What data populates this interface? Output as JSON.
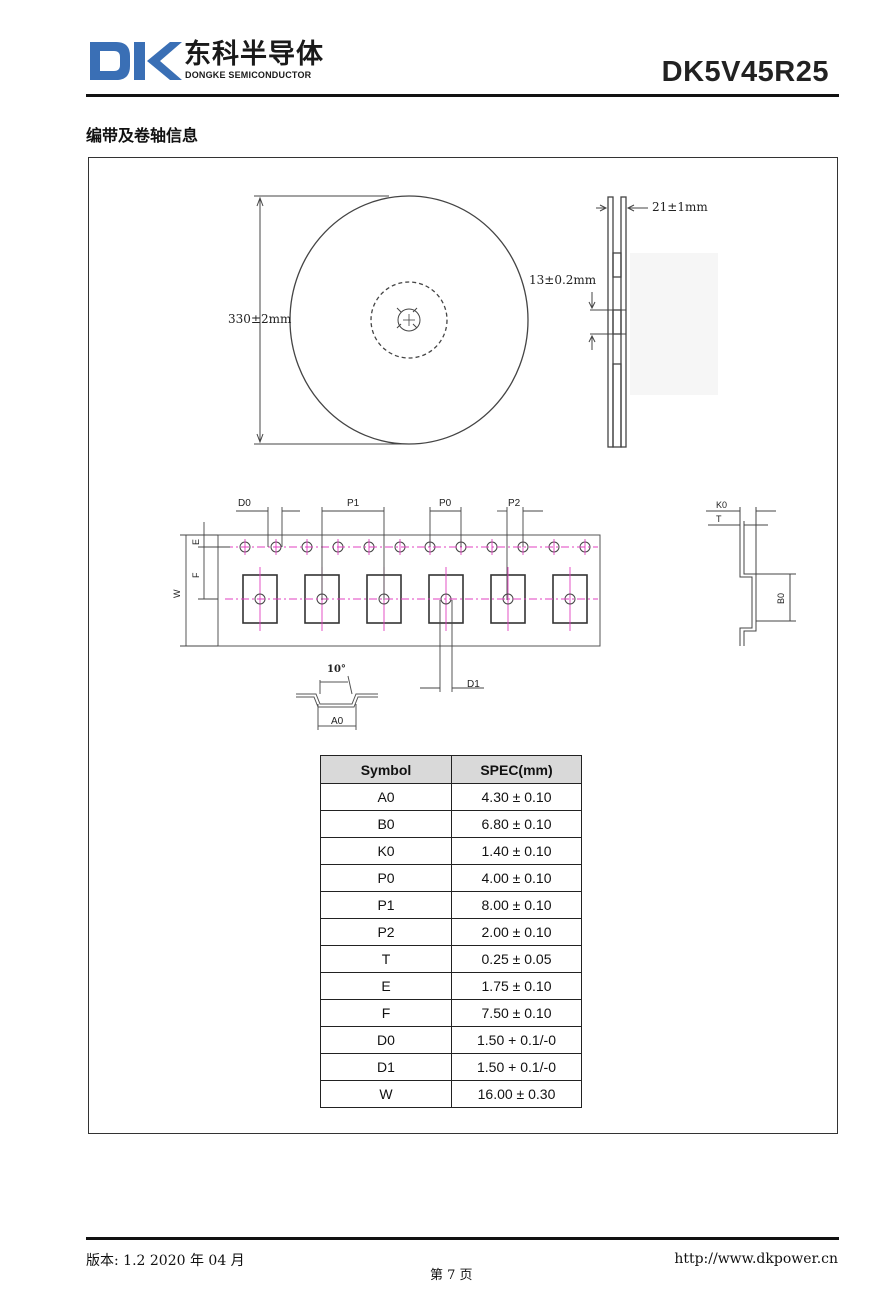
{
  "header": {
    "logo_text_cn": "东科半导体",
    "logo_text_en": "DONGKE SEMICONDUCTOR",
    "part_number": "DK5V45R25",
    "brand_color": "#3a6fb5"
  },
  "section": {
    "heading": "编带及卷轴信息"
  },
  "reel": {
    "diameter_label": "330±2mm",
    "width_label": "21±1mm",
    "hub_label": "13±0.2mm"
  },
  "tape": {
    "labels": {
      "d0": "D0",
      "p1": "P1",
      "p0": "P0",
      "p2": "P2",
      "e": "E",
      "f": "F",
      "w": "W",
      "d1": "D1",
      "k0": "K0",
      "t": "T",
      "b0": "B0",
      "a0": "A0",
      "angle": "10°"
    },
    "accent_color": "#e040c0"
  },
  "spec_table": {
    "headers": [
      "Symbol",
      "SPEC(mm)"
    ],
    "rows": [
      [
        "A0",
        "4.30 ± 0.10"
      ],
      [
        "B0",
        "6.80 ± 0.10"
      ],
      [
        "K0",
        "1.40 ± 0.10"
      ],
      [
        "P0",
        "4.00 ± 0.10"
      ],
      [
        "P1",
        "8.00 ± 0.10"
      ],
      [
        "P2",
        "2.00 ± 0.10"
      ],
      [
        "T",
        "0.25 ± 0.05"
      ],
      [
        "E",
        "1.75 ± 0.10"
      ],
      [
        "F",
        "7.50 ± 0.10"
      ],
      [
        "D0",
        "1.50 + 0.1/-0"
      ],
      [
        "D1",
        "1.50 + 0.1/-0"
      ],
      [
        "W",
        "16.00 ± 0.30"
      ]
    ]
  },
  "footer": {
    "version": "版本: 1.2   2020 年 04 月",
    "page": "第 7 页",
    "url": "http://www.dkpower.cn"
  }
}
